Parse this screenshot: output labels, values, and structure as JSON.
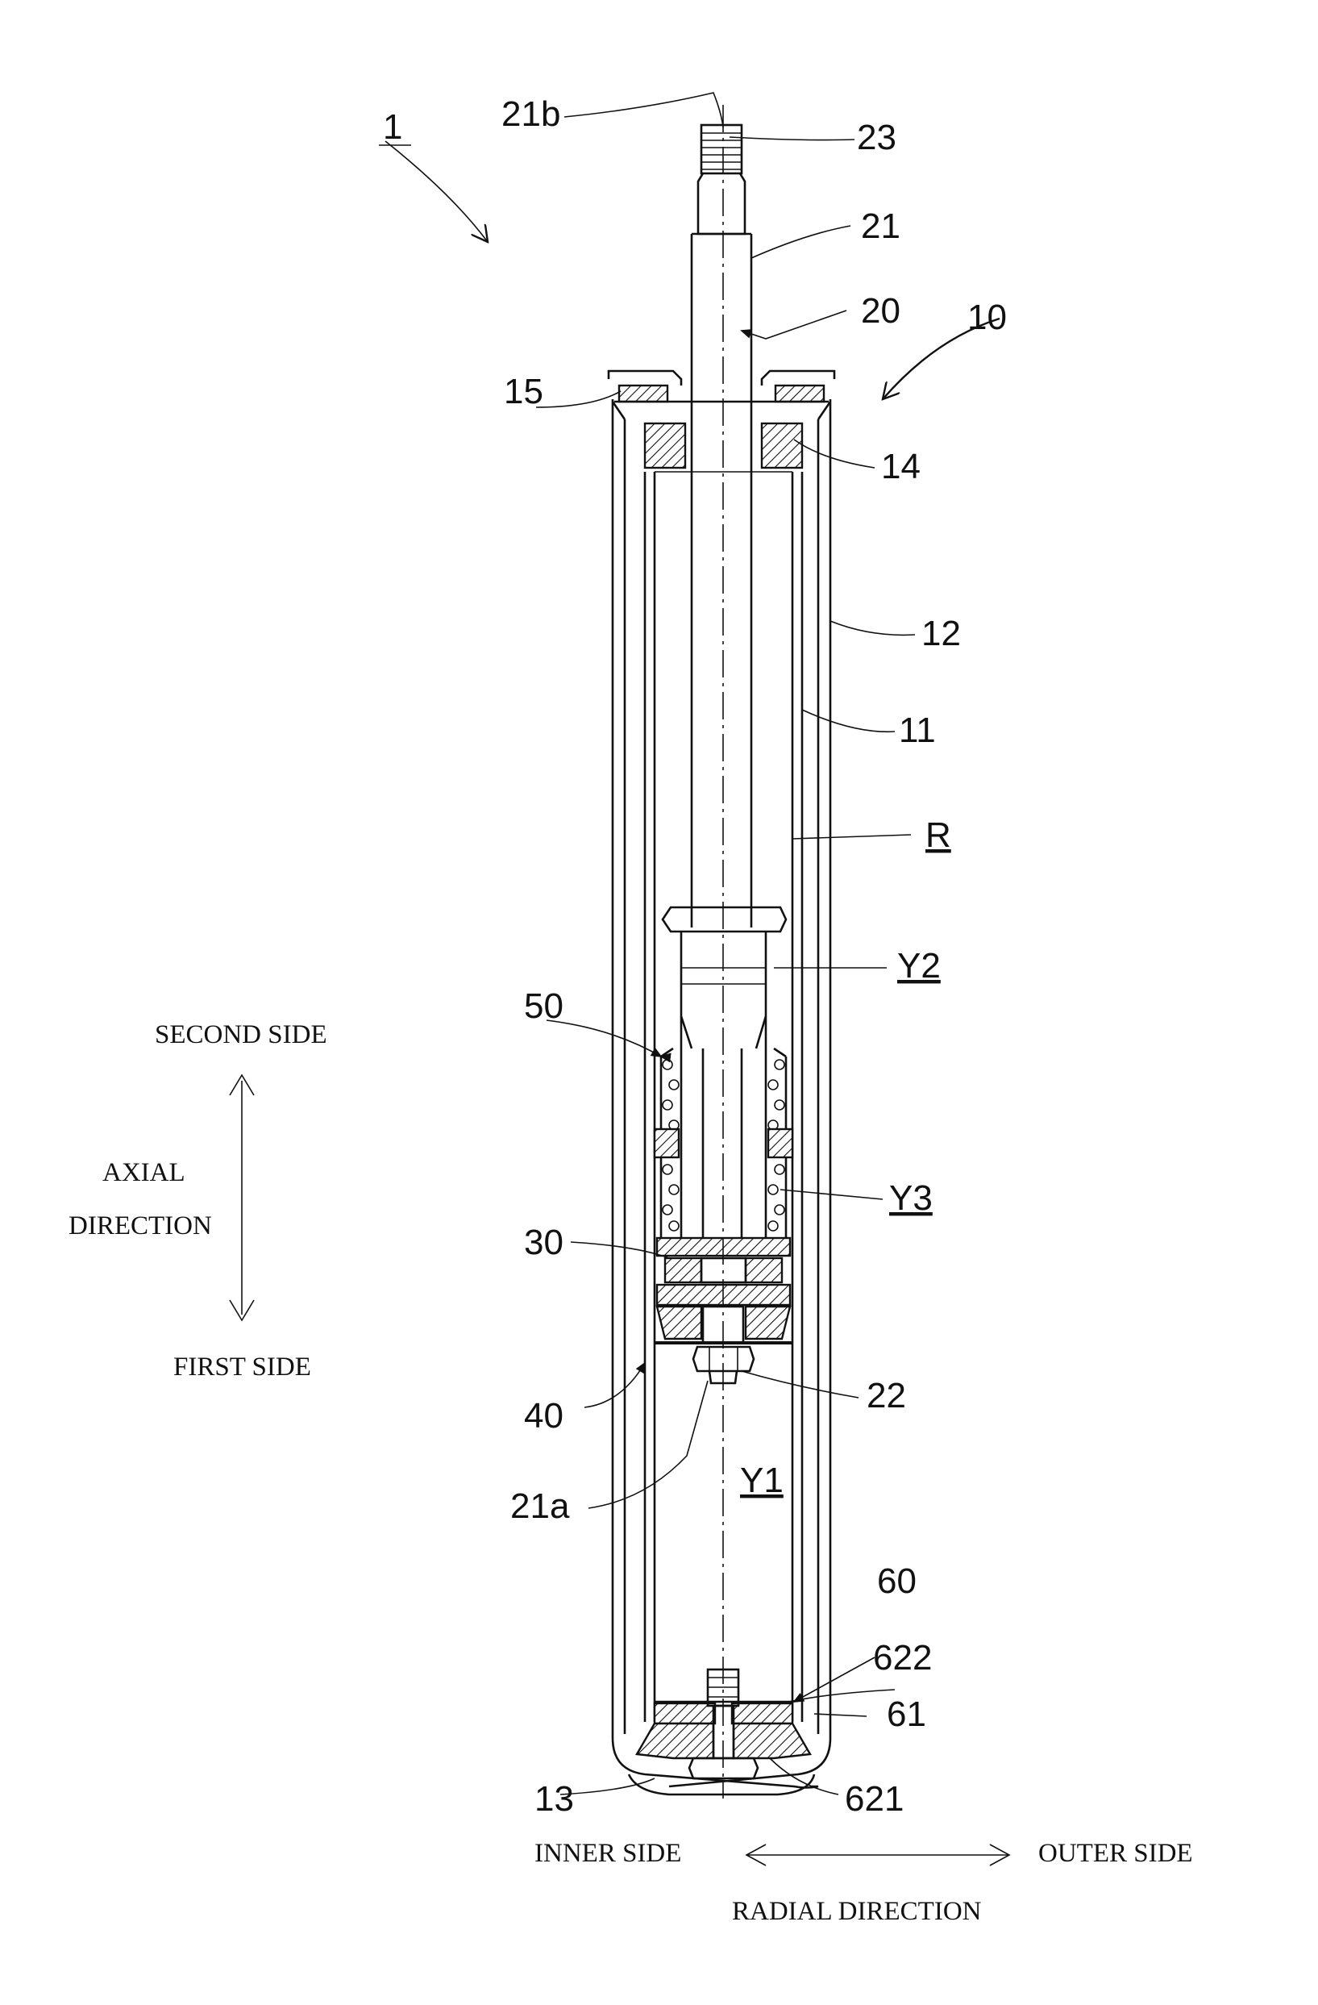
{
  "figure": {
    "labels": {
      "assembly": "1",
      "rod_end_b": "21b",
      "thread": "23",
      "rod": "21",
      "rod_assembly": "20",
      "cylinder_unit": "10",
      "seal": "15",
      "rod_guide": "14",
      "outer_cylinder": "12",
      "inner_cylinder": "11",
      "reservoir": "R",
      "chamber_y2": "Y2",
      "spring_unit": "50",
      "chamber_y3": "Y3",
      "piston_unit": "30",
      "valve_unit": "40",
      "nut": "22",
      "rod_end_a": "21a",
      "chamber_y1": "Y1",
      "bottom_valve": "60",
      "part_622": "622",
      "part_61": "61",
      "bottom_cap": "13",
      "part_621": "621"
    },
    "axial": {
      "top": "SECOND SIDE",
      "name_line1": "AXIAL",
      "name_line2": "DIRECTION",
      "bottom": "FIRST SIDE"
    },
    "radial": {
      "left": "INNER SIDE",
      "right": "OUTER SIDE",
      "name": "RADIAL DIRECTION"
    }
  }
}
